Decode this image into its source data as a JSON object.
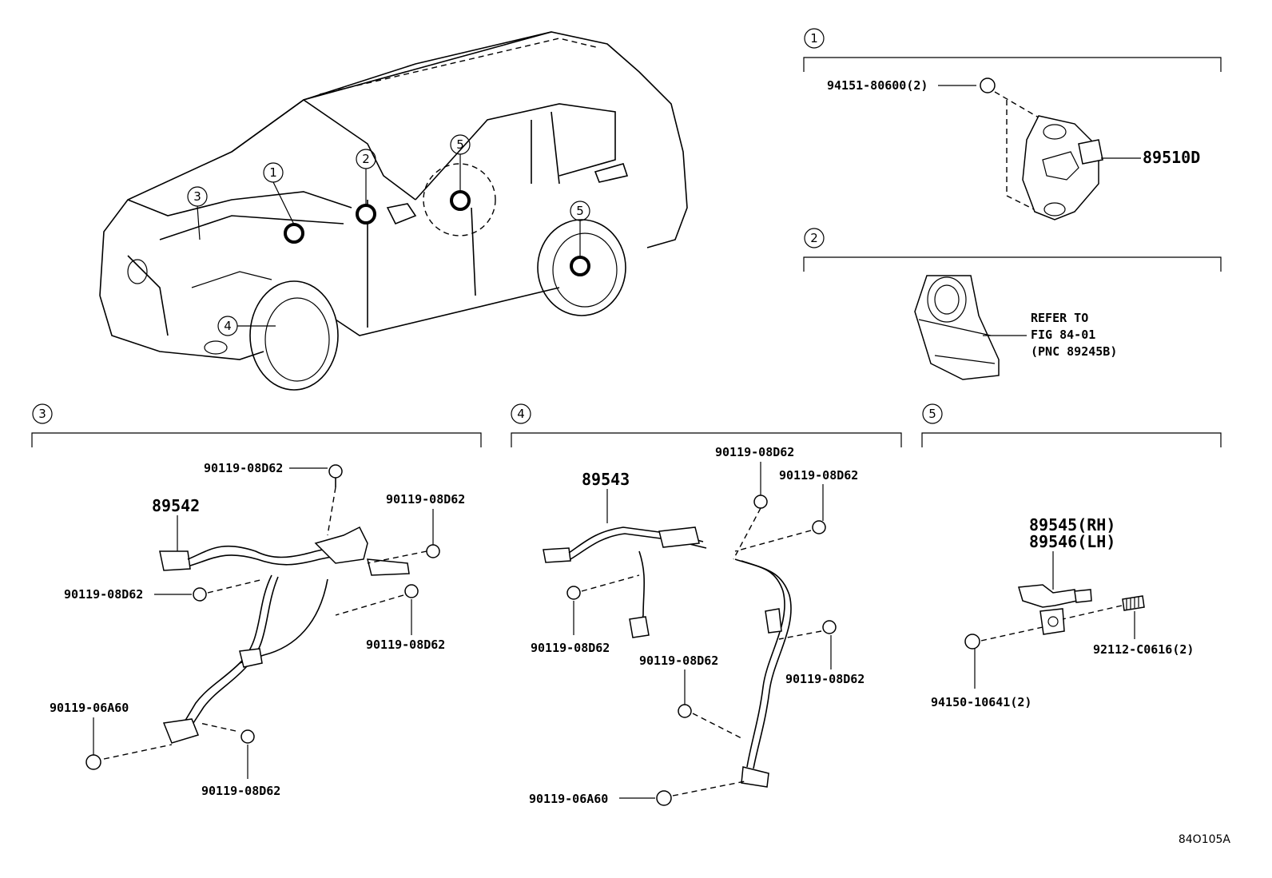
{
  "figure_id": "84O105A",
  "callout_numbers": [
    "1",
    "2",
    "3",
    "4",
    "5"
  ],
  "sections": {
    "s1": {
      "number": "1",
      "labels": {
        "bolt": "94151-80600(2)",
        "part": "89510D"
      }
    },
    "s2": {
      "number": "2",
      "refer": [
        "REFER TO",
        "FIG 84-01",
        "(PNC 89245B)"
      ]
    },
    "s3": {
      "number": "3",
      "part": "89542",
      "labels": {
        "top": "90119-08D62",
        "right_top": "90119-08D62",
        "left_mid": "90119-08D62",
        "right_mid": "90119-08D62",
        "left_low": "90119-06A60",
        "bottom": "90119-08D62"
      }
    },
    "s4": {
      "number": "4",
      "part": "89543",
      "labels": {
        "top": "90119-08D62",
        "right_top": "90119-08D62",
        "left_mid": "90119-08D62",
        "center_mid": "90119-08D62",
        "right_mid": "90119-08D62",
        "bottom": "90119-06A60"
      }
    },
    "s5": {
      "number": "5",
      "part_rh": "89545(RH)",
      "part_lh": "89546(LH)",
      "labels": {
        "screw": "92112-C0616(2)",
        "nut": "94150-10641(2)"
      }
    }
  }
}
